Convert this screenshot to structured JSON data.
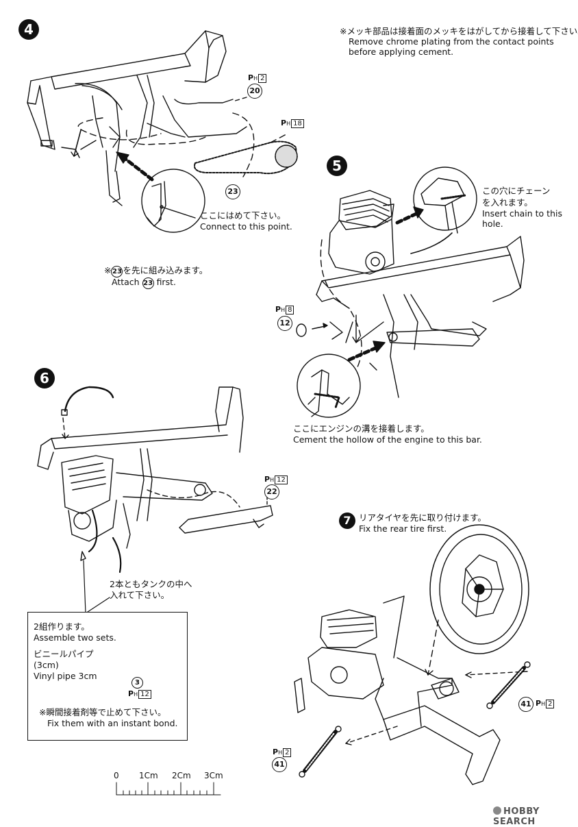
{
  "steps": [
    {
      "number": "4"
    },
    {
      "number": "5"
    },
    {
      "number": "6"
    },
    {
      "number": "7"
    }
  ],
  "notes": {
    "chrome_jp": "※メッキ部品は接着面のメッキをはがしてから接着して下さい。",
    "chrome_en1": "Remove chrome plating from the contact points",
    "chrome_en2": "before applying cement.",
    "connect_jp": "ここにはめて下さい。",
    "connect_en": "Connect to this point.",
    "attach_prefix": "※",
    "attach_jp_suffix": "を先に組み込みます。",
    "attach_en_prefix": "Attach",
    "attach_en_suffix": "first.",
    "chain_jp1": "この穴にチェーン",
    "chain_jp2": "を入れます。",
    "chain_en1": "Insert chain to this",
    "chain_en2": "hole.",
    "hollow_jp": "ここにエンジンの溝を接着します。",
    "hollow_en": "Cement the hollow of the engine to this bar.",
    "tank_jp1": "2本ともタンクの中へ",
    "tank_jp2": "入れて下さい。",
    "rear_jp": "リアタイヤを先に取り付けます。",
    "rear_en": "Fix the rear tire first."
  },
  "parts": {
    "p20": "20",
    "p23": "23",
    "p23_note": "23",
    "p12": "12",
    "p22": "22",
    "p3": "3",
    "p41a": "41",
    "p41b": "41"
  },
  "part_refs": {
    "ph": "P",
    "sub": "H",
    "r2": "2",
    "r18": "18",
    "r8": "8",
    "r12": "12",
    "r12b": "12",
    "r2b": "2",
    "r2c": "2"
  },
  "inset": {
    "line1": "2組作ります。",
    "line2": "Assemble two sets.",
    "vinyl_jp1": "ビニールパイプ",
    "vinyl_jp2": "(3cm)",
    "vinyl_en": "Vinyl pipe 3cm",
    "bond_jp": "※瞬間接着剤等で止めて下さい。",
    "bond_en": "Fix them with an instant bond."
  },
  "ruler": {
    "labels": [
      "0",
      "1Cm",
      "2Cm",
      "3Cm"
    ]
  },
  "watermark": "HOBBY SEARCH"
}
